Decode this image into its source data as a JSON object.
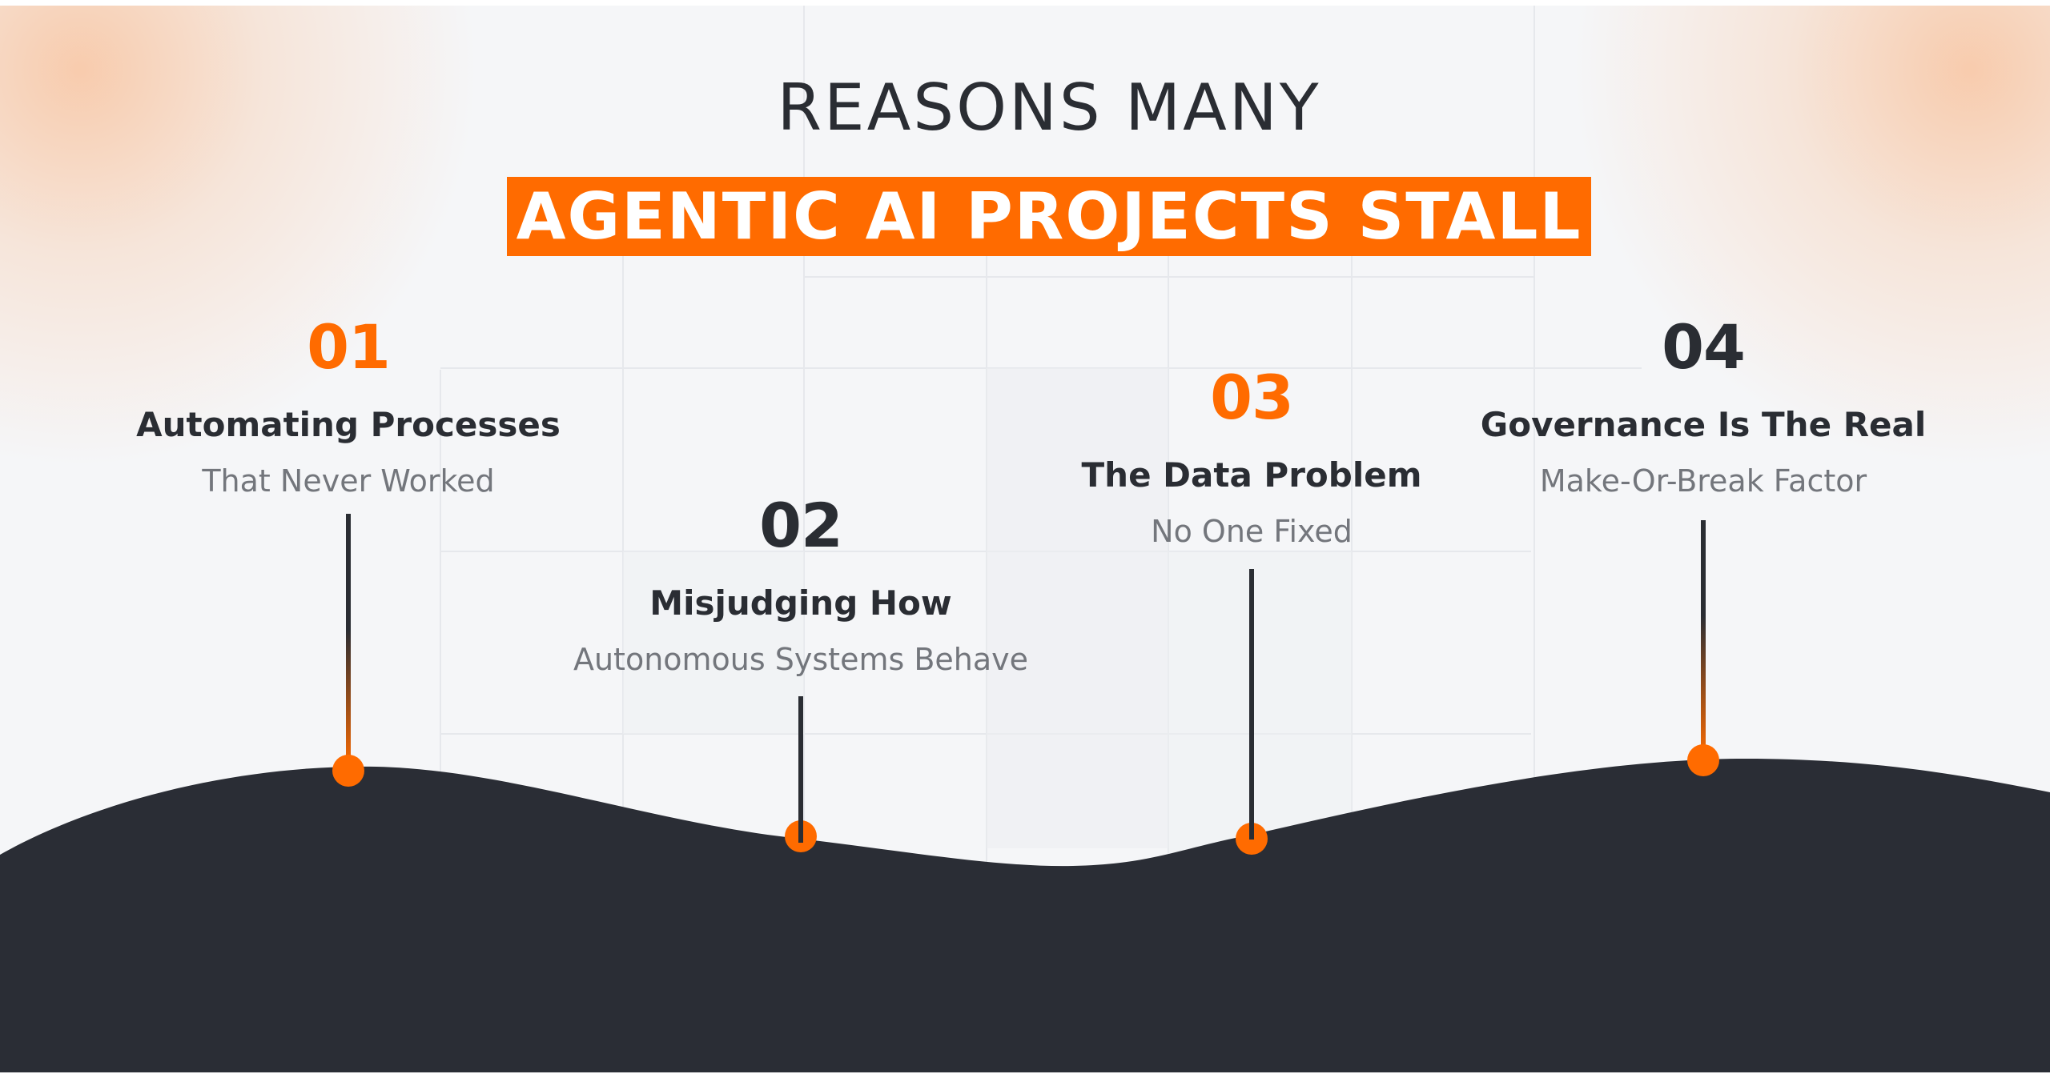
{
  "header": {
    "title_line1": "REASONS MANY",
    "title_line2": "AGENTIC AI PROJECTS STALL"
  },
  "colors": {
    "accent": "#ff6b00",
    "dark": "#2a2d33",
    "muted_text": "#73767c",
    "background": "#f5f6f8"
  },
  "items": [
    {
      "number": "01",
      "title": "Automating Processes",
      "subtitle": "That Never Worked",
      "number_color": "orange",
      "line_style": "gradient"
    },
    {
      "number": "02",
      "title": "Misjudging How",
      "subtitle": "Autonomous Systems Behave",
      "number_color": "dark",
      "line_style": "solid"
    },
    {
      "number": "03",
      "title": "The Data Problem",
      "subtitle": "No One Fixed",
      "number_color": "orange",
      "line_style": "solid"
    },
    {
      "number": "04",
      "title": "Governance Is The Real",
      "subtitle": "Make-Or-Break Factor",
      "number_color": "dark",
      "line_style": "gradient"
    }
  ]
}
